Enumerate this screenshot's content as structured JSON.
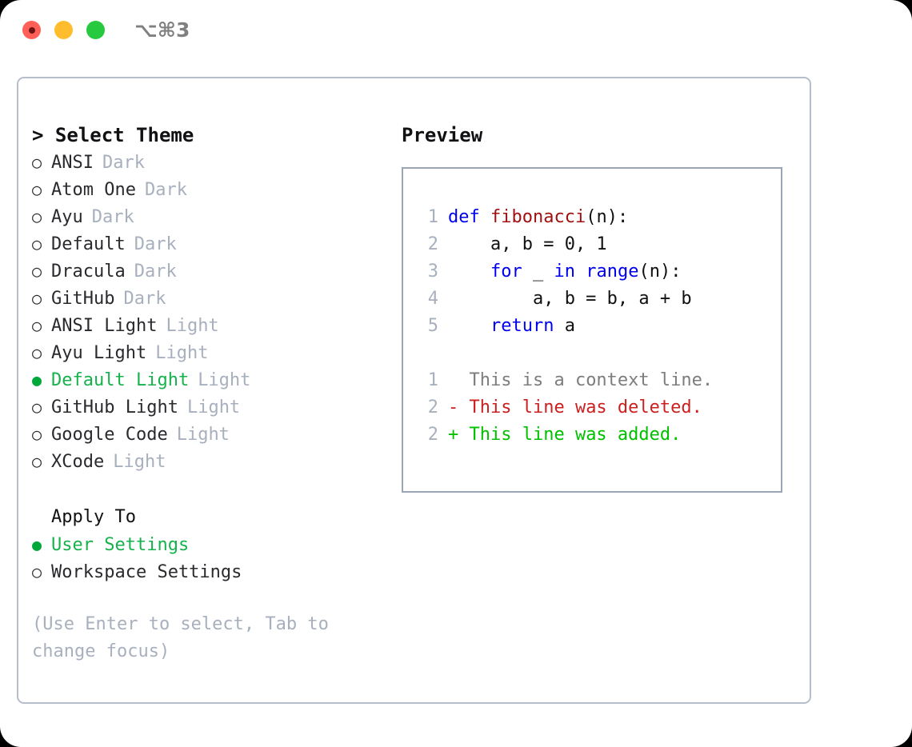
{
  "titlebar": {
    "shortcut": "⌥⌘3",
    "dots": [
      {
        "name": "close",
        "color": "#FF5F56"
      },
      {
        "name": "minimize",
        "color": "#FFBD2E"
      },
      {
        "name": "maximize",
        "color": "#27C93F"
      }
    ]
  },
  "theme_picker": {
    "heading": "> Select Theme",
    "marker_selected": "●",
    "marker_unselected": "○",
    "accent_color": "#16B24B",
    "items": [
      {
        "name": "ANSI",
        "tag": "Dark",
        "selected": false
      },
      {
        "name": "Atom One",
        "tag": "Dark",
        "selected": false
      },
      {
        "name": "Ayu",
        "tag": "Dark",
        "selected": false
      },
      {
        "name": "Default",
        "tag": "Dark",
        "selected": false
      },
      {
        "name": "Dracula",
        "tag": "Dark",
        "selected": false
      },
      {
        "name": "GitHub",
        "tag": "Dark",
        "selected": false
      },
      {
        "name": "ANSI Light",
        "tag": "Light",
        "selected": false
      },
      {
        "name": "Ayu Light",
        "tag": "Light",
        "selected": false
      },
      {
        "name": "Default Light",
        "tag": "Light",
        "selected": true
      },
      {
        "name": "GitHub Light",
        "tag": "Light",
        "selected": false
      },
      {
        "name": "Google Code",
        "tag": "Light",
        "selected": false
      },
      {
        "name": "XCode",
        "tag": "Light",
        "selected": false
      }
    ]
  },
  "apply_to": {
    "heading": "Apply To",
    "items": [
      {
        "name": "User Settings",
        "selected": true
      },
      {
        "name": "Workspace Settings",
        "selected": false
      }
    ]
  },
  "hint": {
    "text": "(Use Enter to select, Tab to change focus)"
  },
  "preview": {
    "heading": "Preview",
    "code_lines": [
      {
        "num": "1",
        "tokens": [
          {
            "t": "def ",
            "c": "kw"
          },
          {
            "t": "fibonacci",
            "c": "fn"
          },
          {
            "t": "(n):",
            "c": "pl"
          }
        ]
      },
      {
        "num": "2",
        "tokens": [
          {
            "t": "    a, b = 0, 1",
            "c": "pl"
          }
        ]
      },
      {
        "num": "3",
        "tokens": [
          {
            "t": "    ",
            "c": "pl"
          },
          {
            "t": "for",
            "c": "kw"
          },
          {
            "t": " _ ",
            "c": "pl"
          },
          {
            "t": "in",
            "c": "kw"
          },
          {
            "t": " ",
            "c": "pl"
          },
          {
            "t": "range",
            "c": "kw"
          },
          {
            "t": "(n):",
            "c": "pl"
          }
        ]
      },
      {
        "num": "4",
        "tokens": [
          {
            "t": "        a, b = b, a + b",
            "c": "pl"
          }
        ]
      },
      {
        "num": "5",
        "tokens": [
          {
            "t": "    ",
            "c": "pl"
          },
          {
            "t": "return",
            "c": "kw"
          },
          {
            "t": " a",
            "c": "pl"
          }
        ]
      }
    ],
    "diff_lines": [
      {
        "num": "1",
        "sign": " ",
        "text": " This is a context line.",
        "kind": "ctx"
      },
      {
        "num": "2",
        "sign": "-",
        "text": " This line was deleted.",
        "kind": "del"
      },
      {
        "num": "2",
        "sign": "+",
        "text": " This line was added.",
        "kind": "add"
      }
    ],
    "colors": {
      "keyword": "#0000EE",
      "function": "#A01010",
      "plain": "#111114",
      "line_number": "#A8B0BE",
      "diff_context": "#7D7D7D",
      "diff_deleted": "#CC1F1F",
      "diff_added": "#00C000",
      "border": "#9BA5B5"
    }
  }
}
